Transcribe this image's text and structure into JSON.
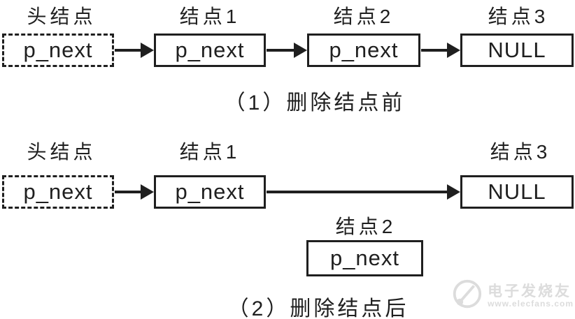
{
  "sections": [
    {
      "caption": "（1）删除结点前",
      "nodes": [
        {
          "label": "头结点",
          "value": "p_next",
          "type": "head"
        },
        {
          "label": "结点1",
          "value": "p_next",
          "type": "node"
        },
        {
          "label": "结点2",
          "value": "p_next",
          "type": "node"
        },
        {
          "label": "结点3",
          "value": "NULL",
          "type": "node"
        }
      ]
    },
    {
      "caption": "（2）删除结点后",
      "nodes": [
        {
          "label": "头结点",
          "value": "p_next",
          "type": "head"
        },
        {
          "label": "结点1",
          "value": "p_next",
          "type": "node"
        },
        {
          "label": "结点3",
          "value": "NULL",
          "type": "node"
        }
      ],
      "detached_node": {
        "label": "结点2",
        "value": "p_next"
      }
    }
  ],
  "watermark": {
    "brand": "电子发烧友",
    "url": "www.elecfans.com"
  },
  "colors": {
    "ink": "#1f1f1f",
    "background": "#ffffff",
    "watermark": "#dcdcdc"
  }
}
